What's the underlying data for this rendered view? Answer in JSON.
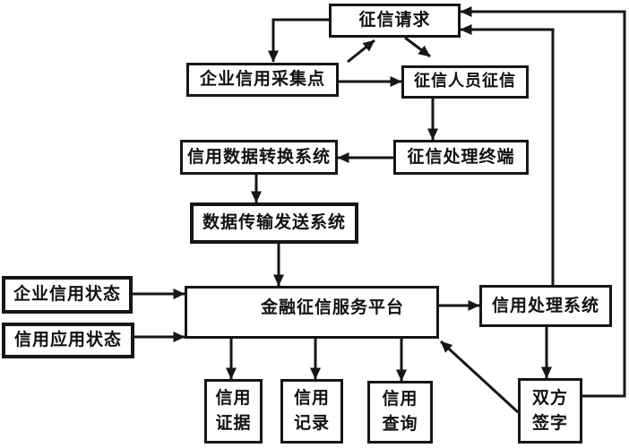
{
  "diagram": {
    "background_color": "#ffffff",
    "line_color": "#161616",
    "box_border_color": "#161616",
    "box_fill_color": "#ffffff",
    "nodes": {
      "credit_request": {
        "label": "征信请求"
      },
      "enterprise_credit_collection_point": {
        "label": "企业信用采集点"
      },
      "credit_personnel_investigation": {
        "label": "征信人员征信"
      },
      "credit_data_conversion_system": {
        "label": "信用数据转换系统"
      },
      "credit_processing_terminal": {
        "label": "征信处理终端"
      },
      "data_transmission_sending_system": {
        "label": "数据传输发送系统"
      },
      "enterprise_credit_status": {
        "label": "企业信用状态"
      },
      "credit_application_status": {
        "label": "信用应用状态"
      },
      "financial_credit_service_platform": {
        "label": "金融征信服务平台"
      },
      "credit_processing_system": {
        "label": "信用处理系统"
      },
      "credit_evidence": {
        "label": "信用\n证据"
      },
      "credit_record": {
        "label": "信用\n记录"
      },
      "credit_query": {
        "label": "信用\n查询"
      },
      "both_parties_sign": {
        "label": "双方\n签字"
      }
    },
    "edges": [
      {
        "from": "credit_request",
        "to": "enterprise_credit_collection_point"
      },
      {
        "from": "enterprise_credit_collection_point",
        "to": "credit_request"
      },
      {
        "from": "credit_request",
        "to": "credit_personnel_investigation"
      },
      {
        "from": "enterprise_credit_collection_point",
        "to": "credit_personnel_investigation"
      },
      {
        "from": "credit_personnel_investigation",
        "to": "credit_processing_terminal"
      },
      {
        "from": "credit_processing_terminal",
        "to": "credit_data_conversion_system"
      },
      {
        "from": "credit_data_conversion_system",
        "to": "data_transmission_sending_system"
      },
      {
        "from": "data_transmission_sending_system",
        "to": "financial_credit_service_platform"
      },
      {
        "from": "enterprise_credit_status",
        "to": "financial_credit_service_platform"
      },
      {
        "from": "credit_application_status",
        "to": "financial_credit_service_platform"
      },
      {
        "from": "financial_credit_service_platform",
        "to": "credit_processing_system"
      },
      {
        "from": "financial_credit_service_platform",
        "to": "credit_evidence"
      },
      {
        "from": "financial_credit_service_platform",
        "to": "credit_record"
      },
      {
        "from": "financial_credit_service_platform",
        "to": "credit_query"
      },
      {
        "from": "credit_processing_system",
        "to": "both_parties_sign"
      },
      {
        "from": "both_parties_sign",
        "to": "financial_credit_service_platform"
      },
      {
        "from": "credit_processing_system",
        "to": "credit_request"
      },
      {
        "from": "both_parties_sign",
        "to": "credit_request"
      }
    ]
  }
}
